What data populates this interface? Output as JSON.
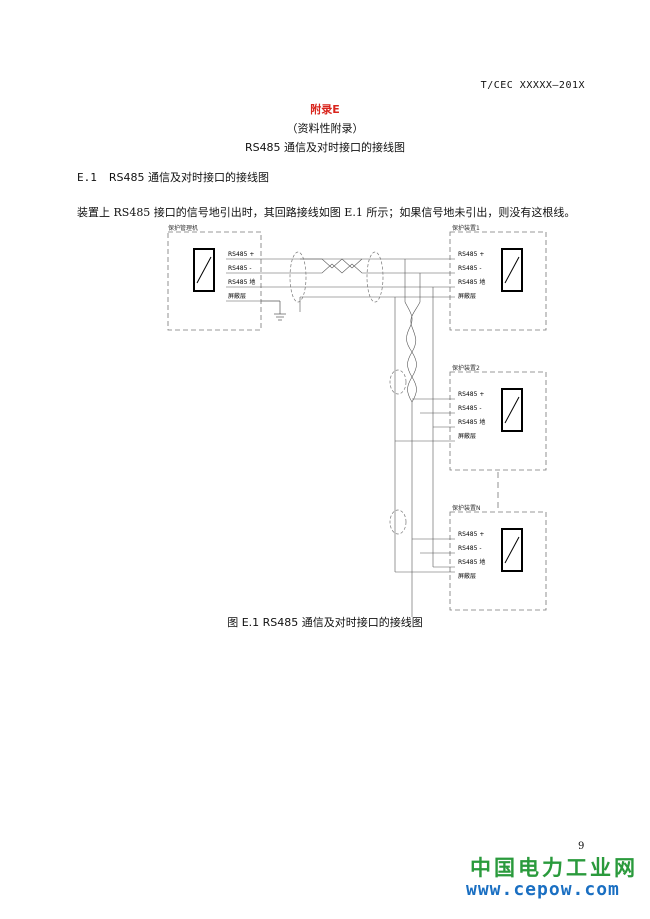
{
  "header": {
    "standard_code": "T/CEC XXXXX—201X"
  },
  "appendix": {
    "title": "附录E",
    "type": "（资料性附录）",
    "name": "RS485 通信及对时接口的接线图"
  },
  "section": {
    "number": "E.1",
    "heading": "RS485 通信及对时接口的接线图",
    "paragraph": "装置上 RS485 接口的信号地引出时，其回路接线如图 E.1 所示；如果信号地未引出，则没有这根线。"
  },
  "diagram": {
    "left_box_label": "保护管理机",
    "device_labels": [
      "保护装置1",
      "保护装置2",
      "保护装置N"
    ],
    "terminals": [
      "RS485 +",
      "RS485 -",
      "RS485 地",
      "屏蔽层"
    ],
    "colors": {
      "line": "#555555",
      "dashed": "#777777",
      "device_frame": "#000000"
    }
  },
  "figure": {
    "caption": "图 E.1 RS485 通信及对时接口的接线图"
  },
  "footer": {
    "page_number": "9",
    "watermark_cn": "中国电力工业网",
    "watermark_url": "www.cepow.com"
  }
}
